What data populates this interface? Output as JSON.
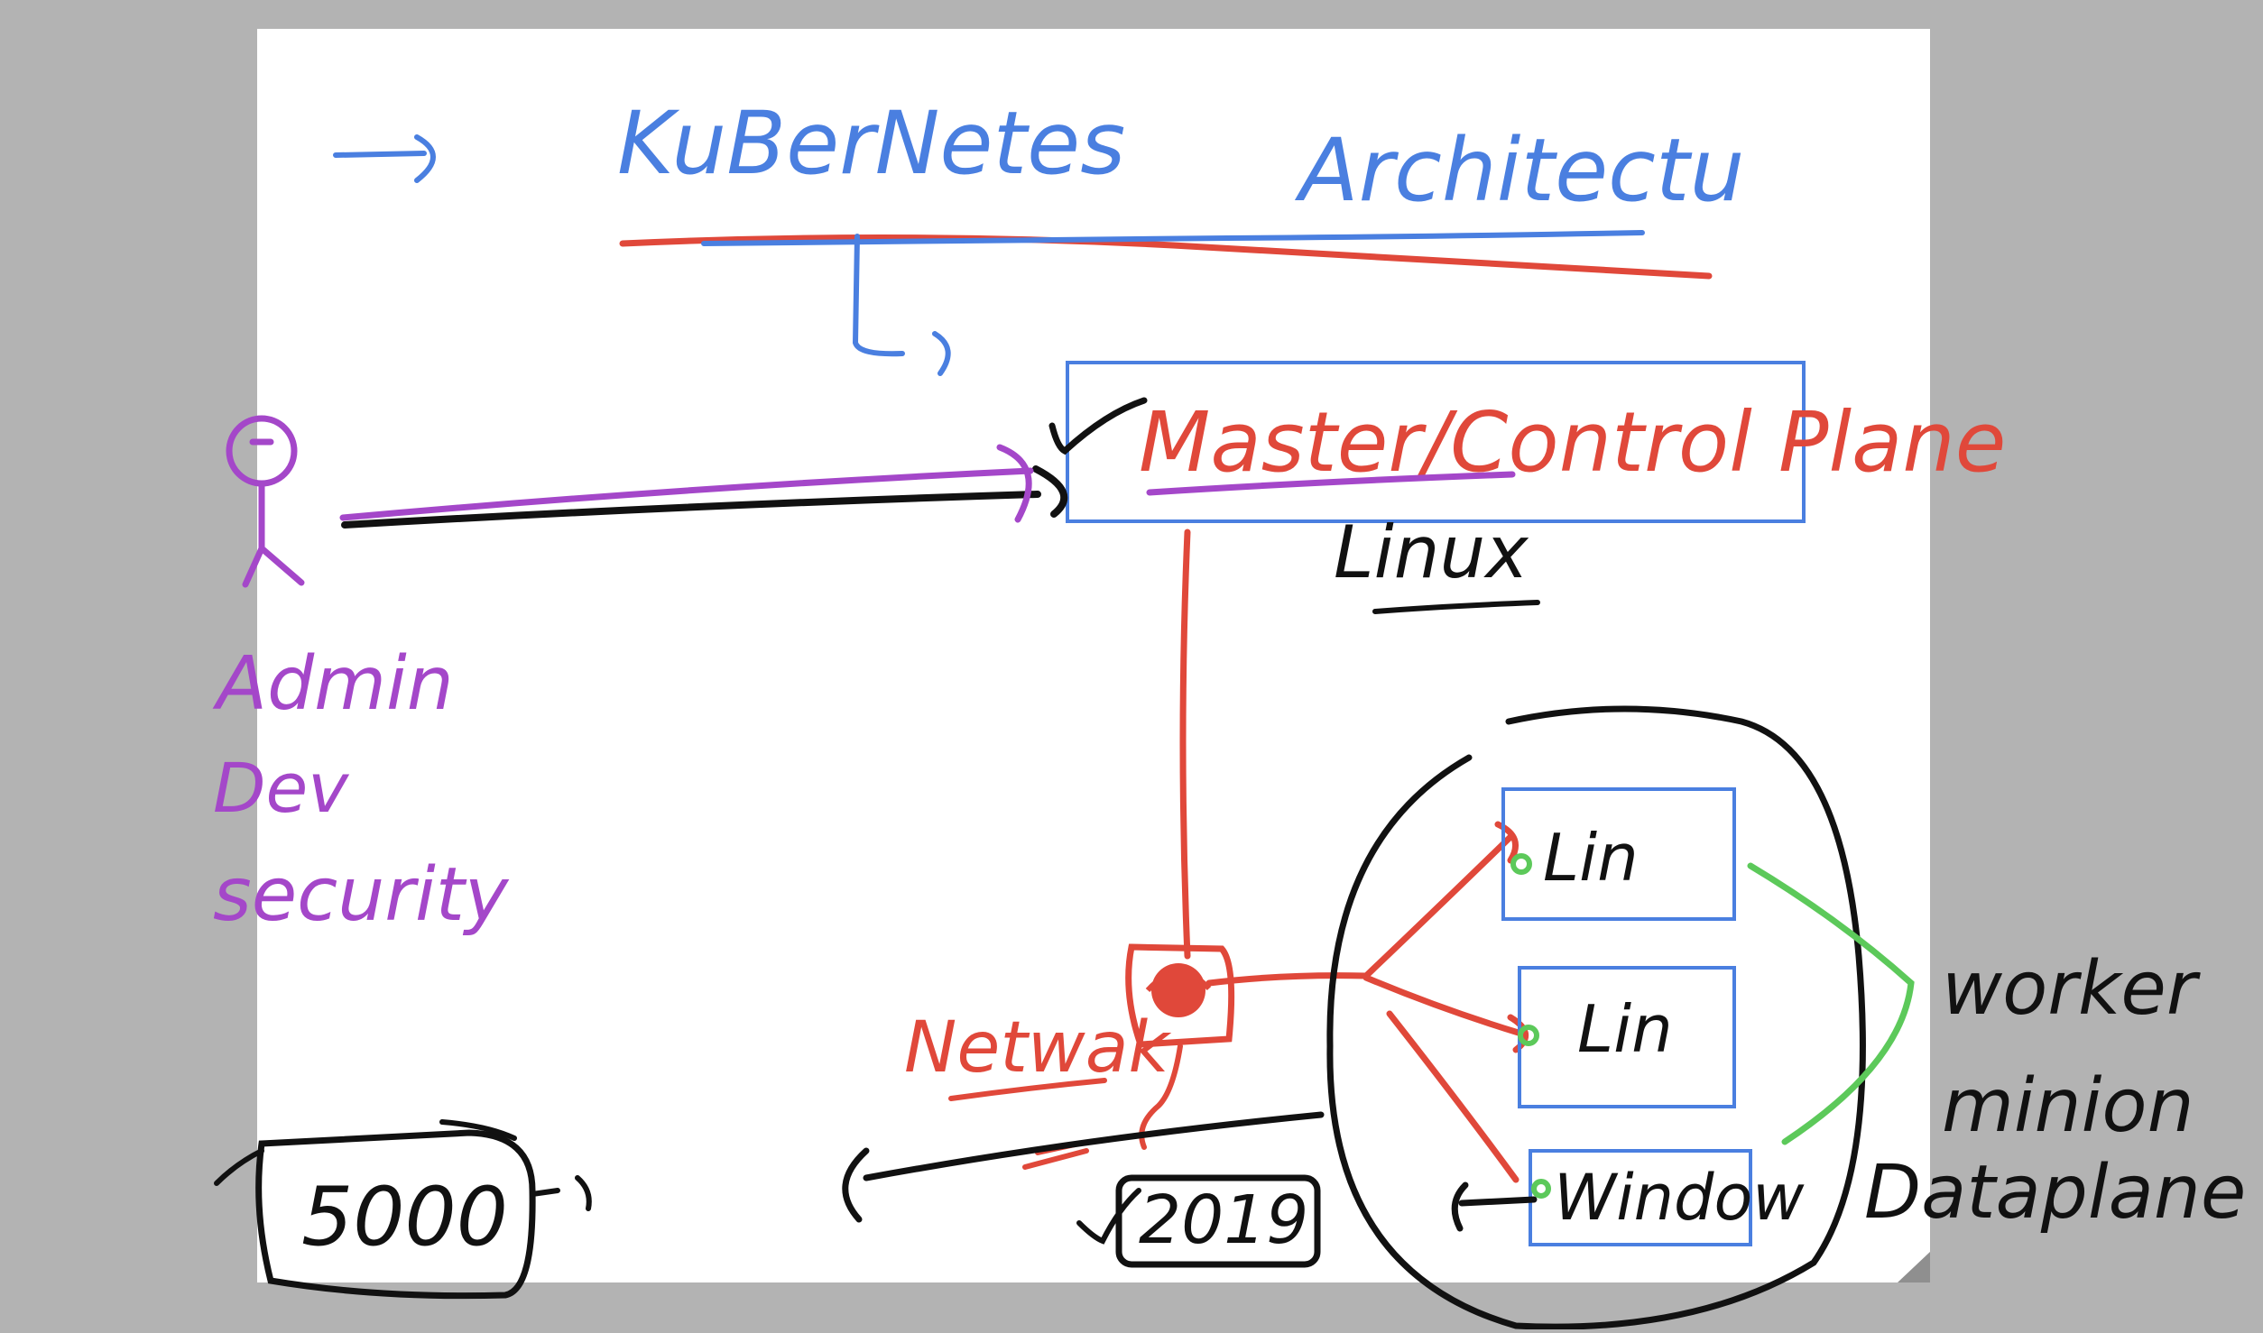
{
  "title": {
    "word1": "KuBerNetes",
    "word2": "Architectu"
  },
  "control_plane": {
    "label": "Master/Control Plane",
    "os": "Linux"
  },
  "user": {
    "roles": [
      "Admin",
      "Dev",
      "security"
    ]
  },
  "network": {
    "label": "Netwak"
  },
  "nodes": [
    {
      "label": "Lin"
    },
    {
      "label": "Lin"
    },
    {
      "label": "Window"
    }
  ],
  "worker": {
    "lines": [
      "worker",
      "minion",
      "Dataplane"
    ]
  },
  "badges": {
    "count": "5000",
    "year": "2019"
  },
  "colors": {
    "blue": "#4a7fe0",
    "red": "#e0483a",
    "purple": "#a447c9",
    "black": "#111111",
    "green": "#5cc95a",
    "canvas": "#ffffff",
    "frame": "#b3b3b3"
  }
}
